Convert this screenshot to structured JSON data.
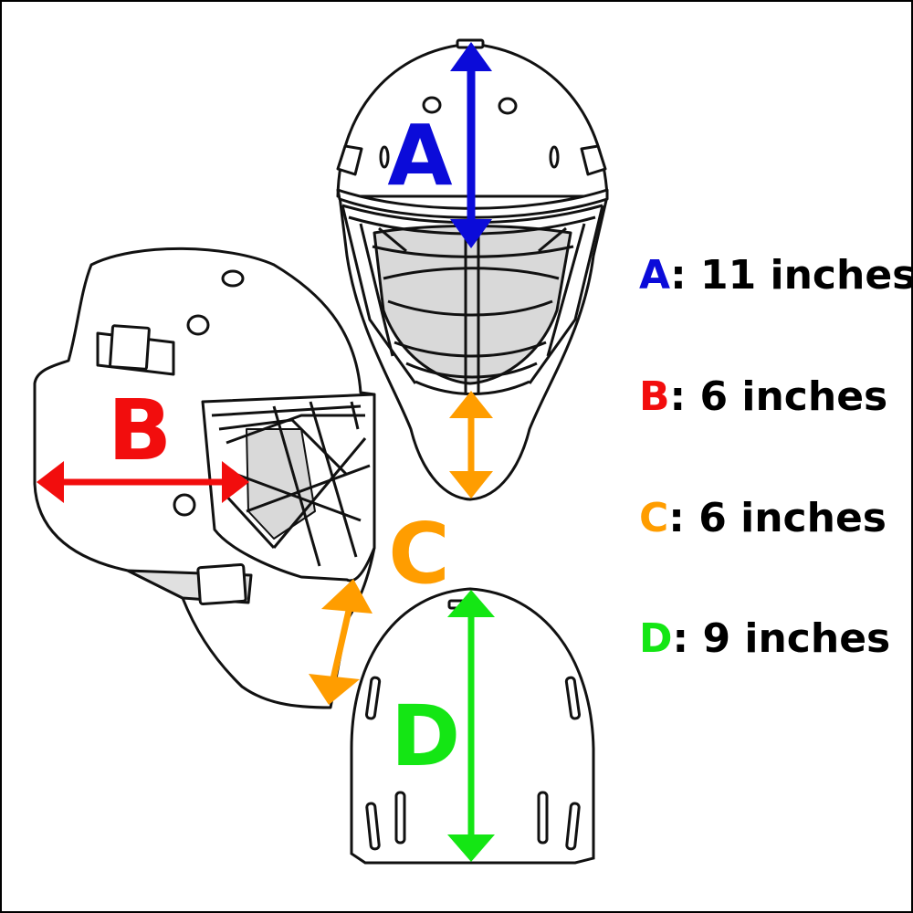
{
  "colors": {
    "a": "#0b0bd9",
    "b": "#f20d0d",
    "c": "#ff9d00",
    "d": "#14e614",
    "outline": "#111111",
    "shade": "#d9d9d9",
    "frame": "#000000"
  },
  "labels": {
    "a": "A",
    "b": "B",
    "c": "C",
    "d": "D"
  },
  "legend": [
    {
      "key": "A",
      "text": ": 11 inches",
      "color": "#0b0bd9"
    },
    {
      "key": "B",
      "text": ": 6 inches",
      "color": "#f20d0d"
    },
    {
      "key": "C",
      "text": ": 6 inches",
      "color": "#ff9d00"
    },
    {
      "key": "D",
      "text": ": 9 inches",
      "color": "#14e614"
    }
  ]
}
